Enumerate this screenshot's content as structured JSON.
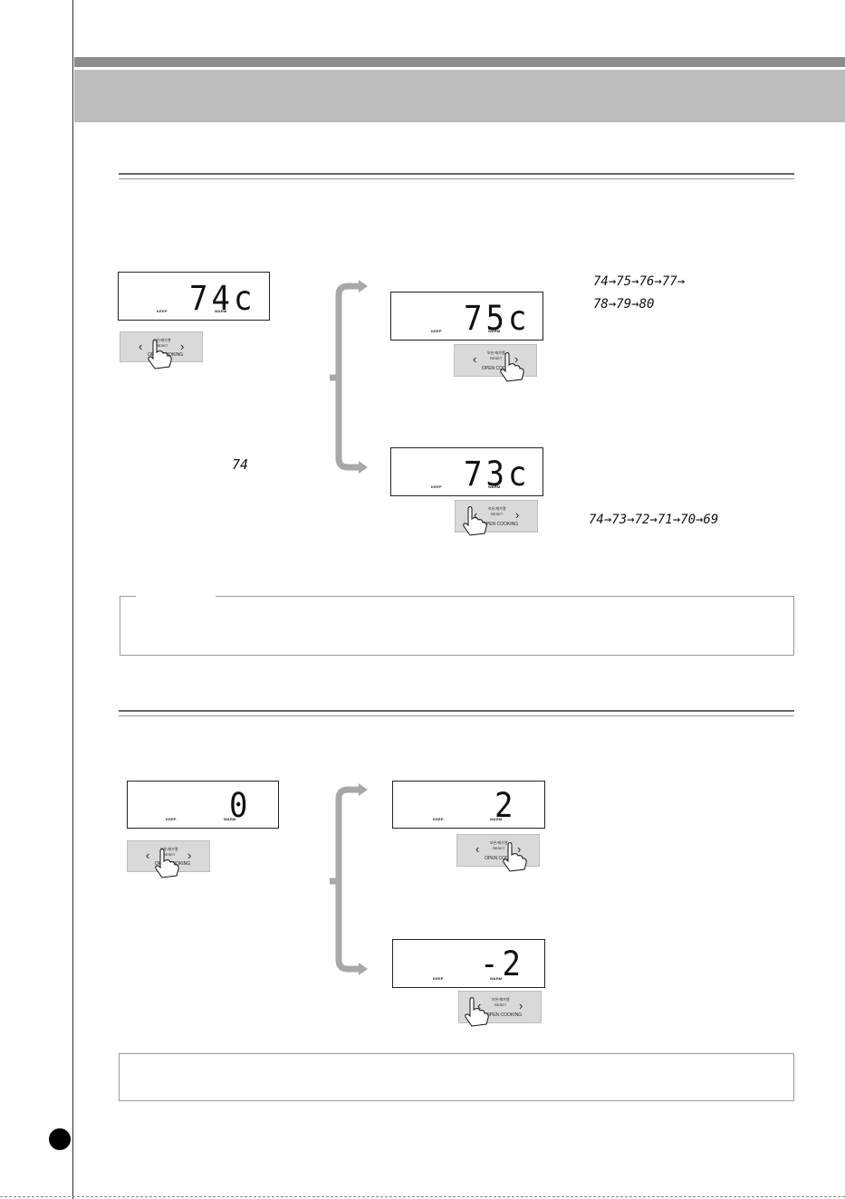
{
  "temperature_section": {
    "main_display": {
      "value": "74c",
      "indicators": [
        "KEEP",
        "WARM"
      ]
    },
    "up_display": {
      "value": "75c",
      "indicators": [
        "KEEP",
        "WARM"
      ]
    },
    "down_display": {
      "value": "73c",
      "indicators": [
        "KEEP",
        "WARM"
      ]
    },
    "inline_value": "74",
    "up_sequence": {
      "line1": "74→75→76→77→",
      "line2": "78→79→80"
    },
    "down_sequence": "74→73→72→71→70→69"
  },
  "time_section": {
    "main_display": {
      "value": "0",
      "indicators": [
        "KEEP",
        "WARM"
      ]
    },
    "up_display": {
      "value": "2",
      "indicators": [
        "KEEP",
        "WARM"
      ]
    },
    "down_display": {
      "value": "-2",
      "indicators": [
        "KEEP",
        "WARM"
      ]
    }
  },
  "keypad": {
    "left_arrow": "‹",
    "right_arrow": "›",
    "top_label": "보온/재가열",
    "middle_label": "RESET",
    "bottom_label": "OPEN COOKING"
  },
  "colors": {
    "band_dark": "#8c8c8c",
    "band_light": "#bcbcbc",
    "bracket": "#a8a8a8",
    "keypad_bg": "#d9d9d9"
  }
}
